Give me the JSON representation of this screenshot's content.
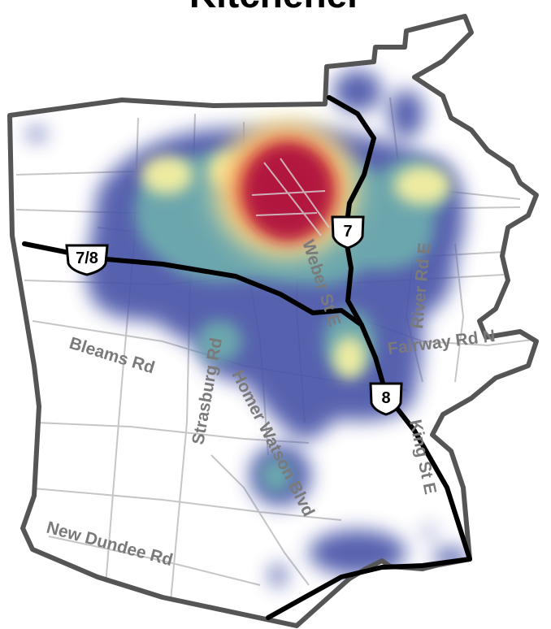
{
  "title": "Kitchener",
  "colors": {
    "boundary": "#555555",
    "highway": "#000000",
    "roads": "#c8c8c8",
    "heat_low": "#4a55a8",
    "heat_mid": "#8ccfa0",
    "heat_warm": "#f7f3a0",
    "heat_hot": "#f28a45",
    "heat_peak": "#a8103f"
  },
  "highways": [
    {
      "id": "7/8",
      "label": "7/8"
    },
    {
      "id": "7",
      "label": "7"
    },
    {
      "id": "8",
      "label": "8"
    }
  ],
  "road_labels": [
    {
      "id": "bleams",
      "text": "Bleams Rd"
    },
    {
      "id": "strasburg",
      "text": "Strasburg Rd"
    },
    {
      "id": "homer-watson",
      "text": "Homer Watson Blvd"
    },
    {
      "id": "weber",
      "text": "Weber St E"
    },
    {
      "id": "river",
      "text": "River Rd E"
    },
    {
      "id": "fairway",
      "text": "Fairway Rd N"
    },
    {
      "id": "king",
      "text": "King St E"
    },
    {
      "id": "new-dundee",
      "text": "New Dundee Rd"
    }
  ]
}
